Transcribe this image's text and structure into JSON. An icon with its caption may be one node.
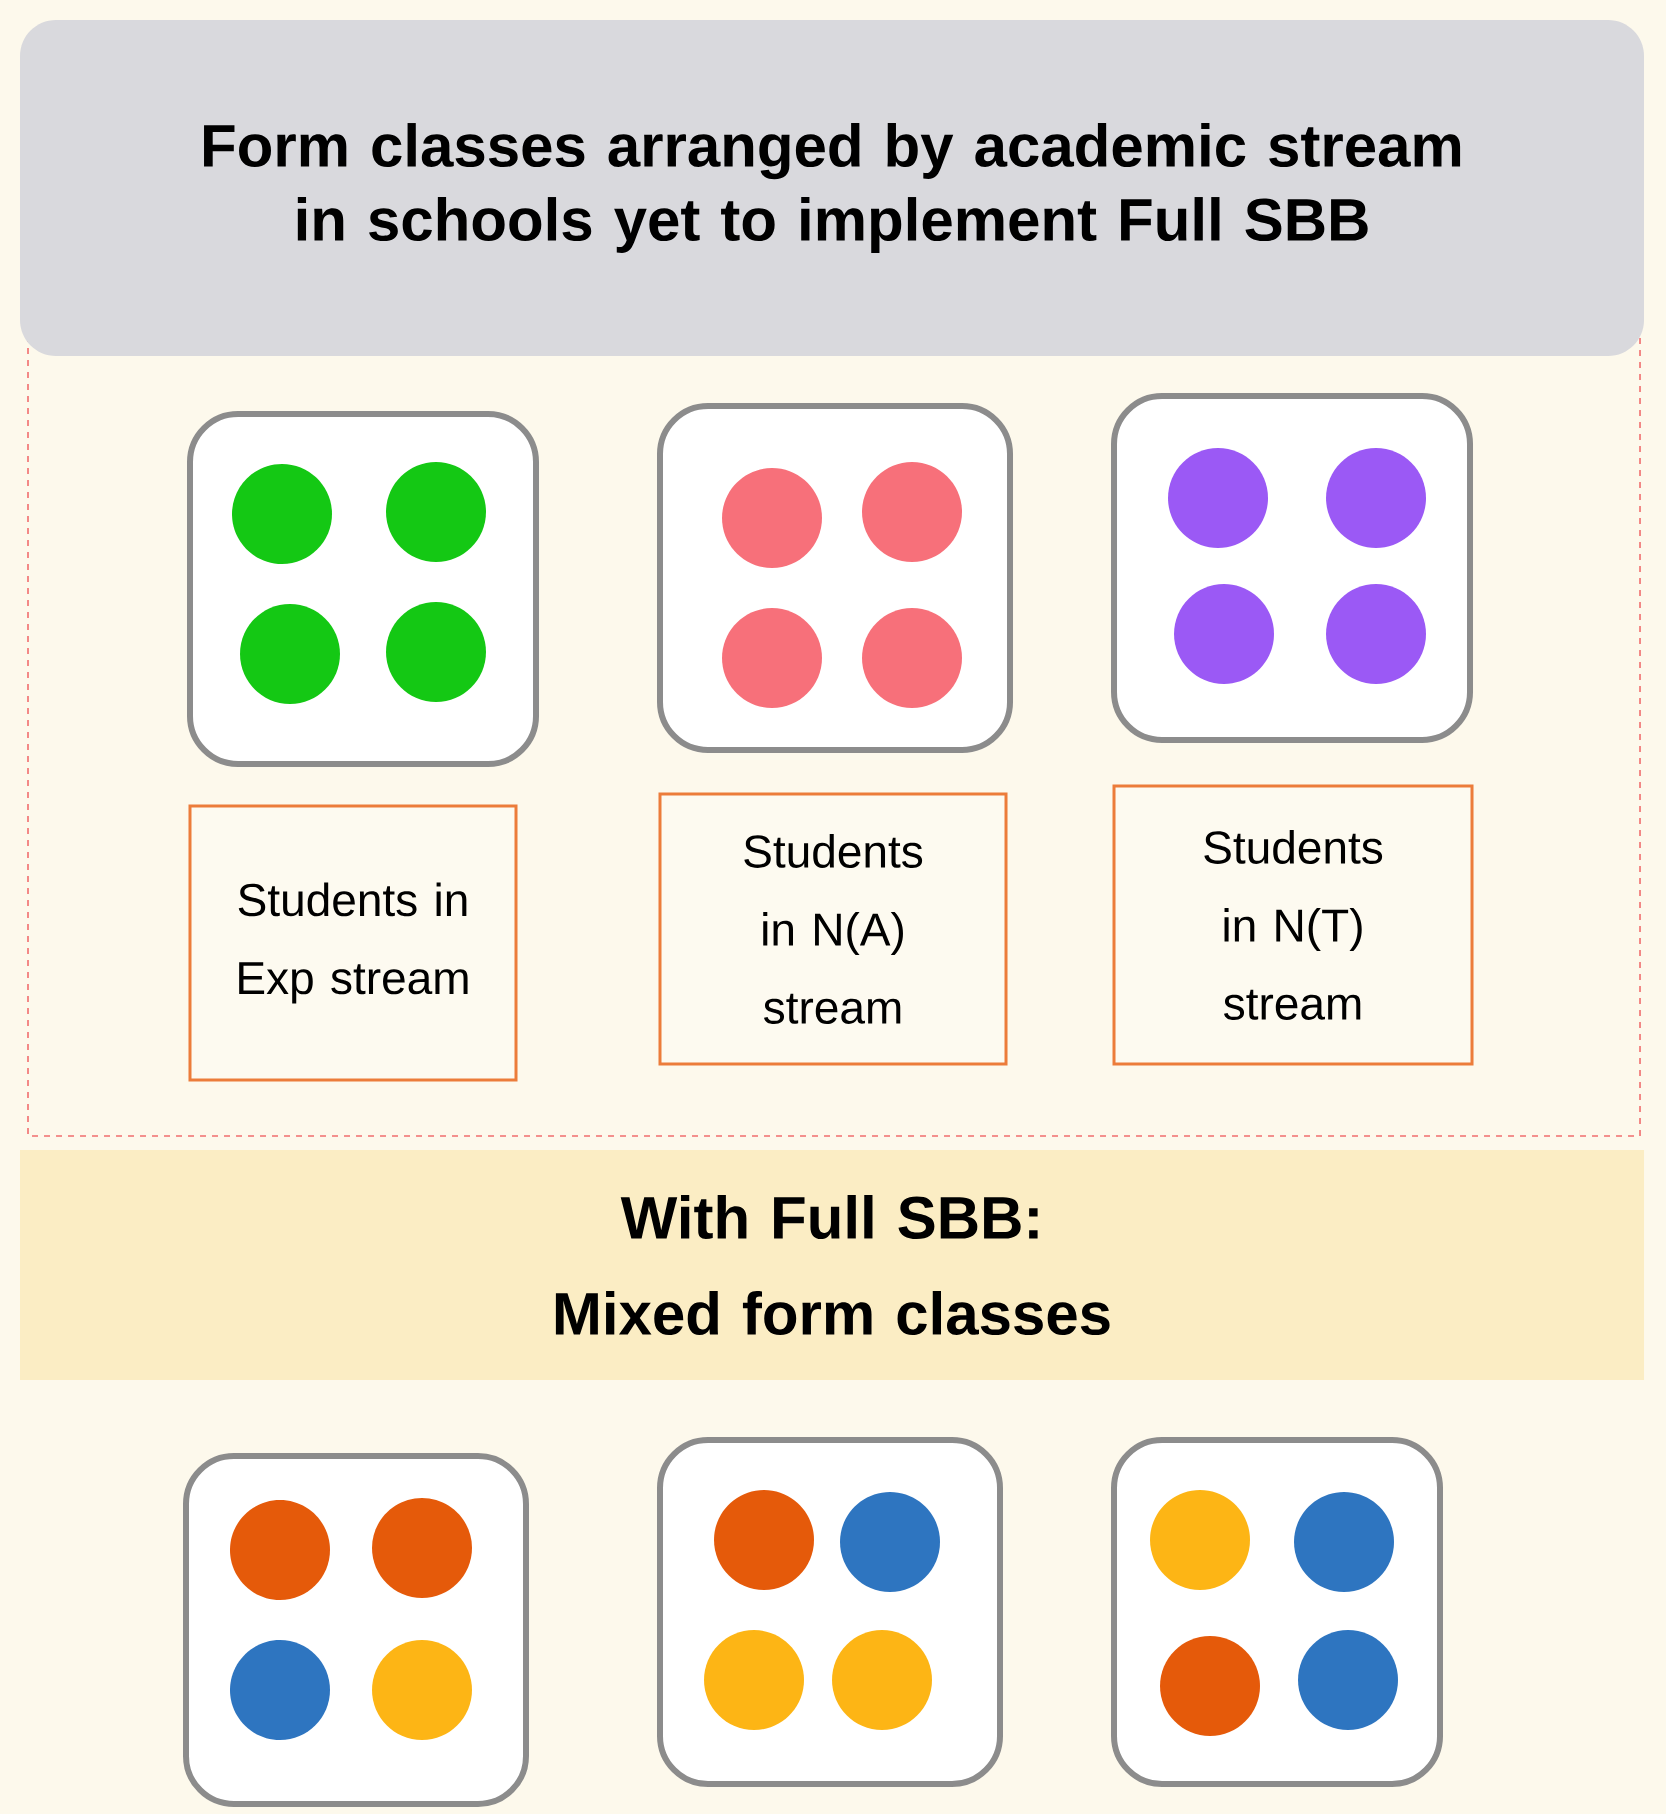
{
  "diagram": {
    "nodes": [
      {
        "text": [
          "Form classes arranged by academic stream in schools yet to implement Full SBB"
        ]
      },
      {
        "text": [],
        "shape": "box"
      },
      {
        "text": [],
        "shape": "box"
      },
      {
        "text": [],
        "shape": "box"
      },
      {
        "text": [
          "Students in Exp stream"
        ]
      },
      {
        "text": [
          "Students in N(A) stream"
        ]
      },
      {
        "text": [
          "Students in N(T) stream"
        ]
      },
      {
        "text": [
          "With Full SBB: Mixed form classes"
        ]
      },
      {
        "text": [],
        "shape": "box"
      },
      {
        "text": [],
        "shape": "box"
      },
      {
        "text": [],
        "shape": "box"
      }
    ]
  }
}
